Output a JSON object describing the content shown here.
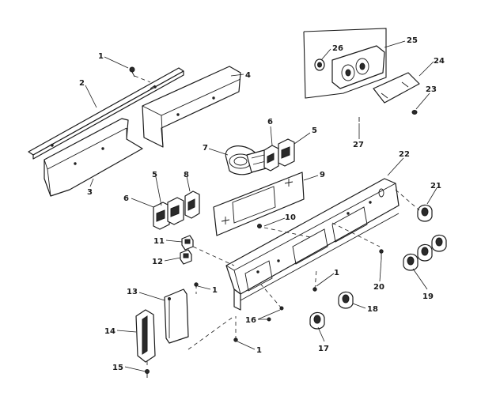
{
  "diagram": {
    "callouts": [
      {
        "id": "c1a",
        "text": "1"
      },
      {
        "id": "c2",
        "text": "2"
      },
      {
        "id": "c3",
        "text": "3"
      },
      {
        "id": "c4",
        "text": "4"
      },
      {
        "id": "c5a",
        "text": "5"
      },
      {
        "id": "c6a",
        "text": "6"
      },
      {
        "id": "c7",
        "text": "7"
      },
      {
        "id": "c5b",
        "text": "5"
      },
      {
        "id": "c8",
        "text": "8"
      },
      {
        "id": "c6b",
        "text": "6"
      },
      {
        "id": "c9",
        "text": "9"
      },
      {
        "id": "c10",
        "text": "10"
      },
      {
        "id": "c11",
        "text": "11"
      },
      {
        "id": "c12",
        "text": "12"
      },
      {
        "id": "c13",
        "text": "13"
      },
      {
        "id": "c1b",
        "text": "1"
      },
      {
        "id": "c14",
        "text": "14"
      },
      {
        "id": "c15",
        "text": "15"
      },
      {
        "id": "c16",
        "text": "16"
      },
      {
        "id": "c1c",
        "text": "1"
      },
      {
        "id": "c1d",
        "text": "1"
      },
      {
        "id": "c17",
        "text": "17"
      },
      {
        "id": "c18",
        "text": "18"
      },
      {
        "id": "c19",
        "text": "19"
      },
      {
        "id": "c20",
        "text": "20"
      },
      {
        "id": "c21",
        "text": "21"
      },
      {
        "id": "c22",
        "text": "22"
      },
      {
        "id": "c23",
        "text": "23"
      },
      {
        "id": "c24",
        "text": "24"
      },
      {
        "id": "c25",
        "text": "25"
      },
      {
        "id": "c26",
        "text": "26"
      },
      {
        "id": "c27",
        "text": "27"
      }
    ]
  }
}
